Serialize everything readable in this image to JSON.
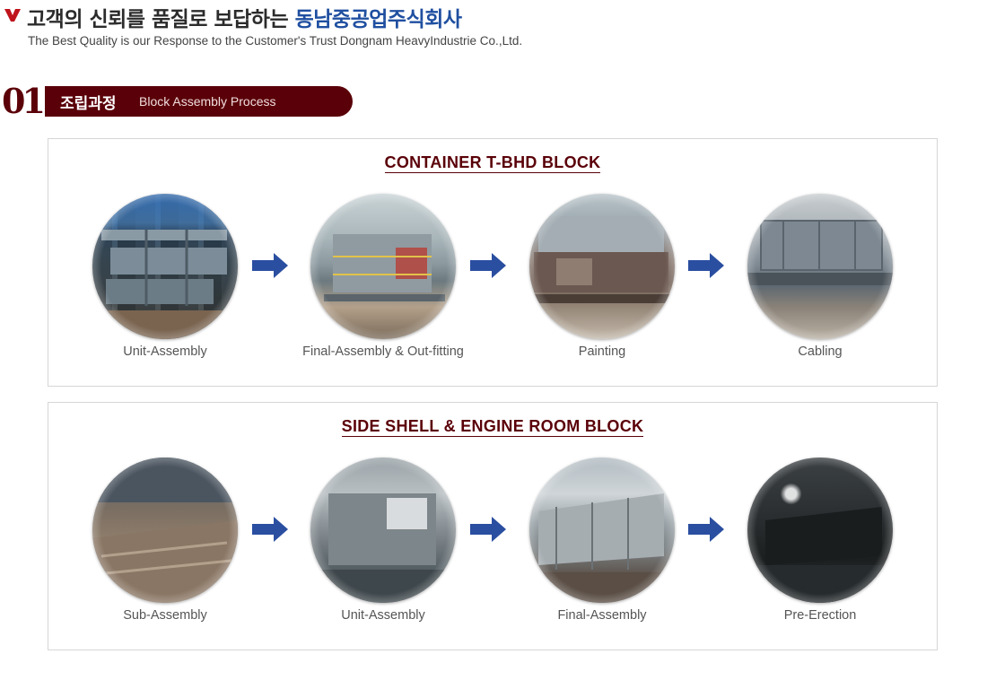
{
  "header": {
    "title_prefix": "고객의 신뢰를 품질로 보답하는 ",
    "title_highlight": "동남중공업주식회사",
    "subtitle": "The Best Quality is our Response to the Customer's Trust Dongnam HeavyIndustrie Co.,Ltd."
  },
  "section": {
    "number": "01",
    "title_kr": "조립과정",
    "title_en": "Block Assembly Process"
  },
  "panels": [
    {
      "title": "CONTAINER T-BHD BLOCK",
      "steps": [
        {
          "label": "Unit-Assembly"
        },
        {
          "label": "Final-Assembly & Out-fitting"
        },
        {
          "label": "Painting"
        },
        {
          "label": "Cabling"
        }
      ]
    },
    {
      "title": "SIDE SHELL & ENGINE ROOM BLOCK",
      "steps": [
        {
          "label": "Sub-Assembly"
        },
        {
          "label": "Unit-Assembly"
        },
        {
          "label": "Final-Assembly"
        },
        {
          "label": "Pre-Erection"
        }
      ]
    }
  ],
  "colors": {
    "accent_dark_red": "#5a0008",
    "highlight_blue": "#1f4fa0",
    "arrow_blue": "#2a4ea0"
  },
  "icons": {
    "header_mark": "v-chevron-icon",
    "step_arrow": "right-arrow-icon"
  }
}
